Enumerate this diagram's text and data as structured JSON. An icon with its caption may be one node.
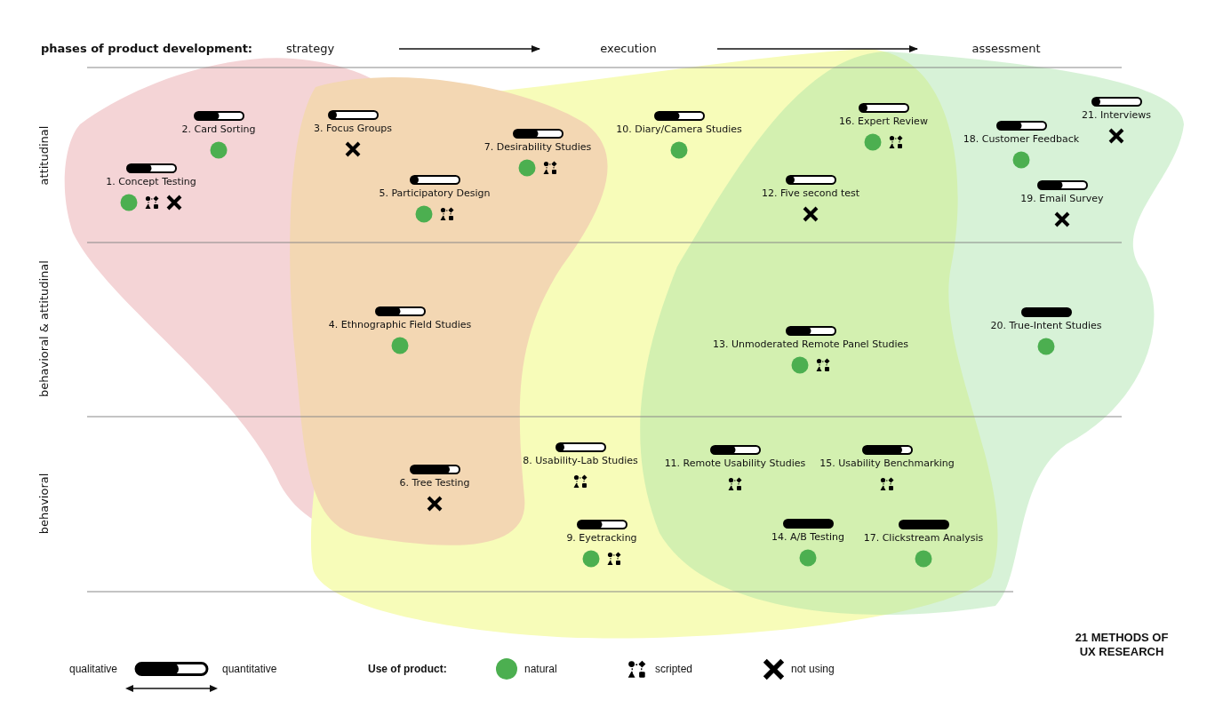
{
  "diagram": {
    "nodes": [
      {
        "text": [
          "strategy"
        ]
      },
      {
        "text": [
          "execution"
        ]
      },
      {
        "text": [
          "assessment"
        ]
      },
      {
        "text": [
          "1. Concept Testing"
        ]
      },
      {
        "text": [
          "2. Card Sorting"
        ]
      },
      {
        "text": [
          "3. Focus Groups"
        ]
      },
      {
        "text": [
          "4. Ethnographic Field Studies"
        ]
      },
      {
        "text": [
          "5. Participatory Design"
        ]
      },
      {
        "text": [
          "6. Tree Testing"
        ]
      },
      {
        "text": [
          "7. Desirability Studies"
        ]
      },
      {
        "text": [
          "8. Usability-Lab Studies"
        ]
      },
      {
        "text": [
          "9. Eyetracking"
        ]
      },
      {
        "text": [
          "10. Diary/Camera Studies"
        ]
      },
      {
        "text": [
          "11. Remote Usability Studies"
        ]
      },
      {
        "text": [
          "12. Five second test"
        ]
      },
      {
        "text": [
          "13. Unmoderated Remote Panel Studies"
        ]
      },
      {
        "text": [
          "14. A/B Testing"
        ]
      },
      {
        "text": [
          "15. Usability Benchmarking"
        ]
      },
      {
        "text": [
          "16. Expert Review"
        ]
      },
      {
        "text": [
          "17. Clickstream Analysis"
        ]
      },
      {
        "text": [
          "18. Customer Feedback"
        ]
      },
      {
        "text": [
          "19. Email Survey"
        ]
      },
      {
        "text": [
          "20. True-Intent Studies"
        ]
      },
      {
        "text": [
          "21. Interviews"
        ]
      }
    ],
    "edges": [
      {
        "from": 0,
        "to": 1,
        "arrow": "to"
      },
      {
        "from": 1,
        "to": 2,
        "arrow": "to"
      }
    ],
    "labels": [
      "phases of product development:",
      "attitudinal",
      "behavioral & attitudinal",
      "behavioral",
      "qualitative",
      "quantitative",
      "Use of product:",
      "21 METHODS OF UX RESEARCH"
    ],
    "legend": [
      {
        "text": "natural",
        "color": "#4caf50"
      },
      {
        "text": "scripted"
      },
      {
        "text": "not using"
      }
    ]
  }
}
